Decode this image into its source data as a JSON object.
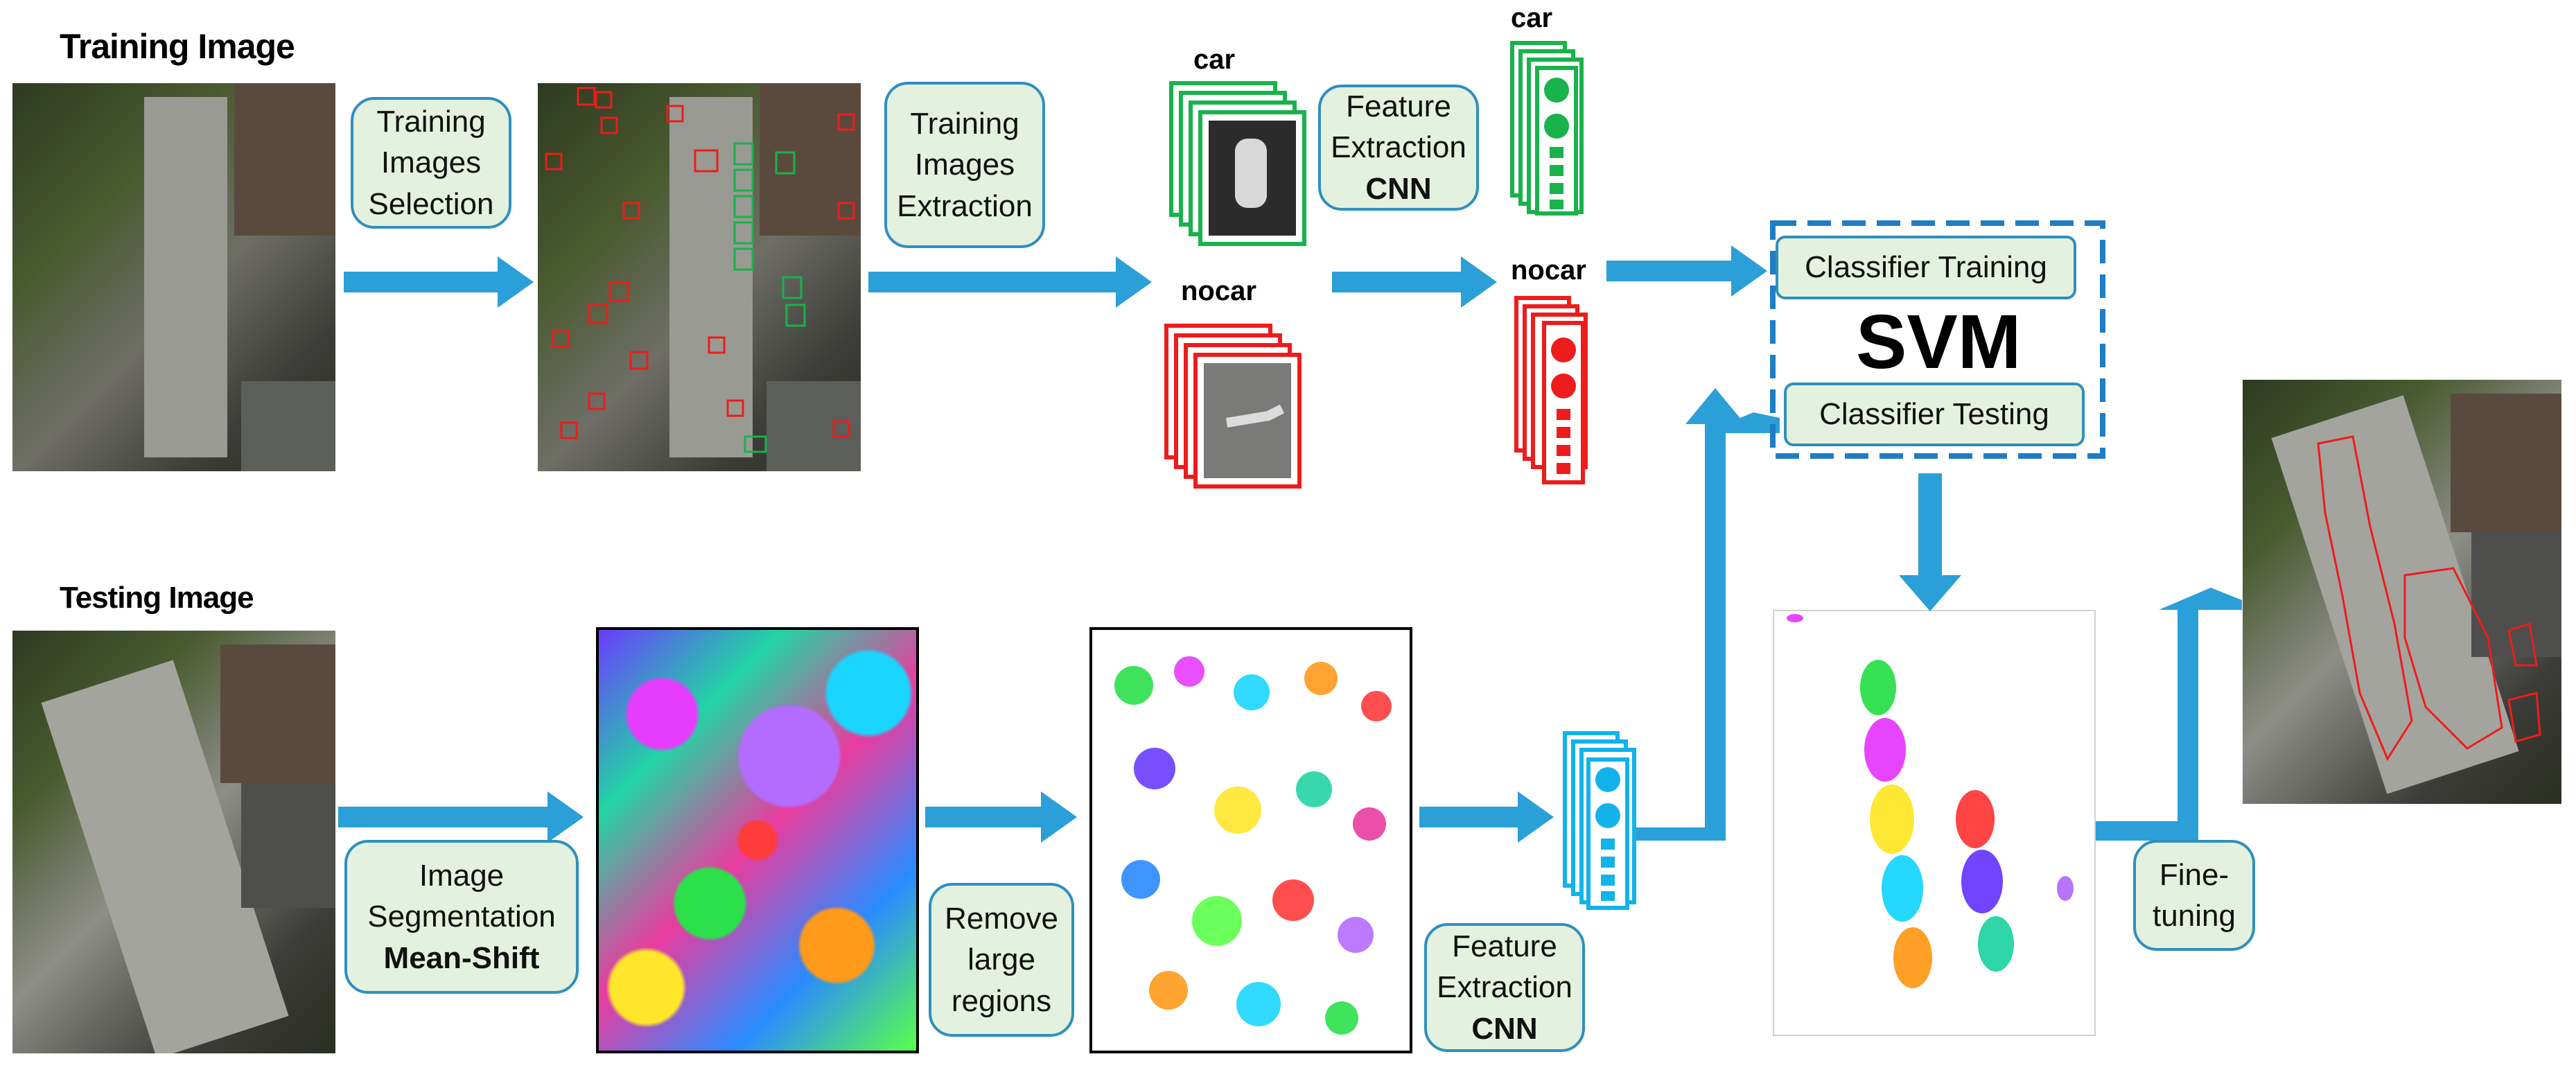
{
  "titles": {
    "training": "Training Image",
    "testing": "Testing Image"
  },
  "steps": {
    "training_selection": [
      "Training",
      "Images",
      "Selection"
    ],
    "training_extraction": [
      "Training",
      "Images",
      "Extraction"
    ],
    "feature_top": [
      "Feature",
      "Extraction",
      "CNN"
    ],
    "segmentation": [
      "Image",
      "Segmentation",
      "Mean-Shift"
    ],
    "remove": [
      "Remove",
      "large",
      "regions"
    ],
    "feature_bottom": [
      "Feature",
      "Extraction",
      "CNN"
    ],
    "finetune": [
      "Fine-",
      "tuning"
    ]
  },
  "labels": {
    "car_patches": "car",
    "nocar_patches": "nocar",
    "car_features": "car",
    "nocar_features": "nocar"
  },
  "svm": {
    "training": "Classifier Training",
    "title": "SVM",
    "testing": "Classifier Testing"
  },
  "colors": {
    "arrow": "#2b9fd8",
    "box_fill": "#e3f1de",
    "box_border": "#2f8fbf",
    "car_green": "#19b24b",
    "nocar_red": "#ee1c1c",
    "test_cyan": "#12b3ea",
    "svm_dash": "#1f7dc4"
  }
}
